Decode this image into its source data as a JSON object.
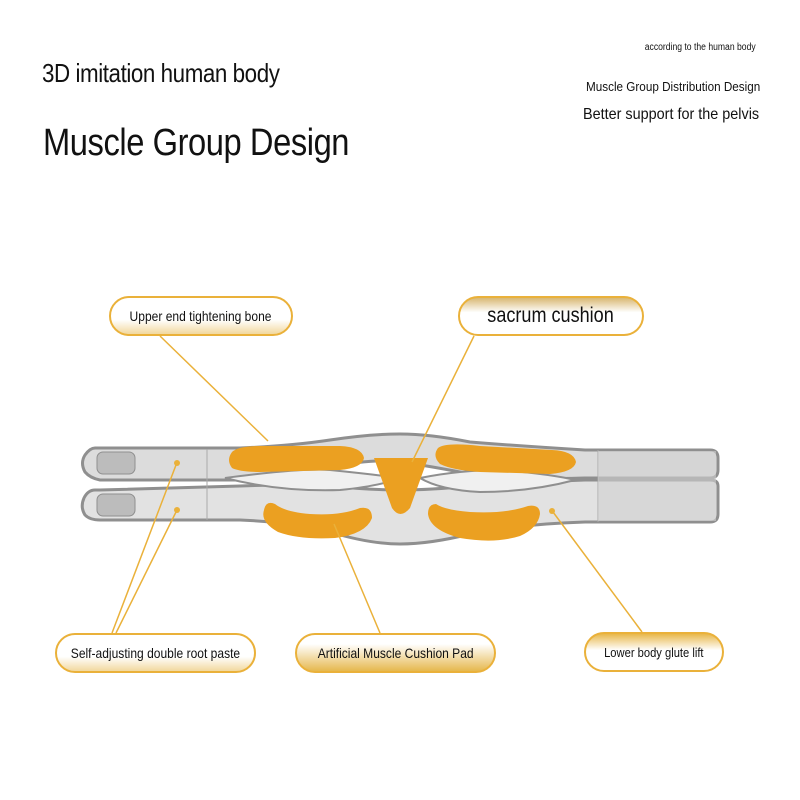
{
  "header": {
    "subtitle": "3D imitation human body",
    "title": "Muscle Group Design"
  },
  "notes": {
    "small": "according to the human body",
    "mid": "Muscle Group Distribution Design",
    "large": "Better support for the pelvis"
  },
  "callouts": {
    "upper_bone": "Upper end tightening bone",
    "sacrum": "sacrum cushion",
    "double_root": "Self-adjusting double root paste",
    "muscle_pad": "Artificial Muscle Cushion Pad",
    "glute_lift": "Lower body glute lift"
  },
  "colors": {
    "accent": "#eab13a",
    "pad": "#eba021",
    "belt_fill": "#dedede",
    "belt_outline": "#8a8a8a"
  }
}
